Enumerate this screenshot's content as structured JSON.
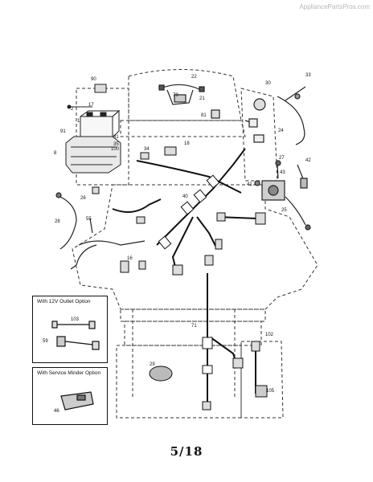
{
  "watermark": "AppliancePartsPros.com",
  "page_number": "5/18",
  "insets": [
    {
      "title": "With 12V Outlet Option",
      "labels": [
        "103",
        "59"
      ]
    },
    {
      "title": "With Service Minder Option",
      "labels": [
        "46"
      ]
    }
  ],
  "callouts": [
    "90",
    "22",
    "30",
    "33",
    "2",
    "17",
    "79",
    "21",
    "1",
    "81",
    "91",
    "24",
    "31",
    "18",
    "35",
    "8",
    "100",
    "34",
    "27",
    "42",
    "43",
    "41",
    "26",
    "40",
    "25",
    "28",
    "55",
    "16",
    "71",
    "102",
    "29",
    "105"
  ]
}
